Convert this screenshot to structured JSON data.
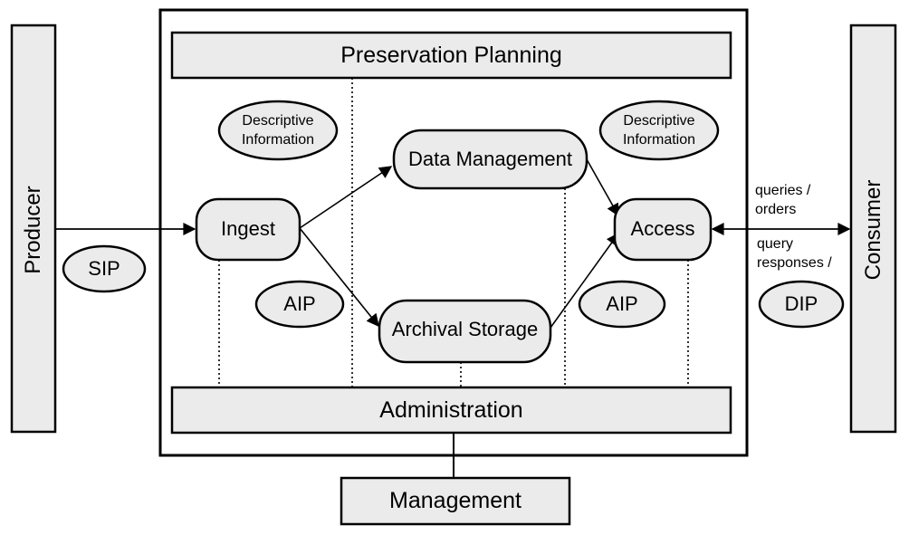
{
  "diagram": {
    "outer_boxes": {
      "preservation_planning": "Preservation Planning",
      "administration": "Administration",
      "management": "Management"
    },
    "actors": {
      "producer": "Producer",
      "consumer": "Consumer"
    },
    "functions": {
      "ingest": "Ingest",
      "data_management": "Data Management",
      "archival_storage": "Archival Storage",
      "access": "Access"
    },
    "packages": {
      "sip": "SIP",
      "aip_left": "AIP",
      "aip_right": "AIP",
      "dip": "DIP",
      "desc_left_line1": "Descriptive",
      "desc_left_line2": "Information",
      "desc_right_line1": "Descriptive",
      "desc_right_line2": "Information"
    },
    "flow_labels": {
      "queries_line1": "queries /",
      "queries_line2": "orders",
      "responses_line1": "query",
      "responses_line2": "responses /"
    },
    "colors": {
      "box_fill": "#ebebeb",
      "stroke": "#000000",
      "background": "#ffffff"
    }
  }
}
